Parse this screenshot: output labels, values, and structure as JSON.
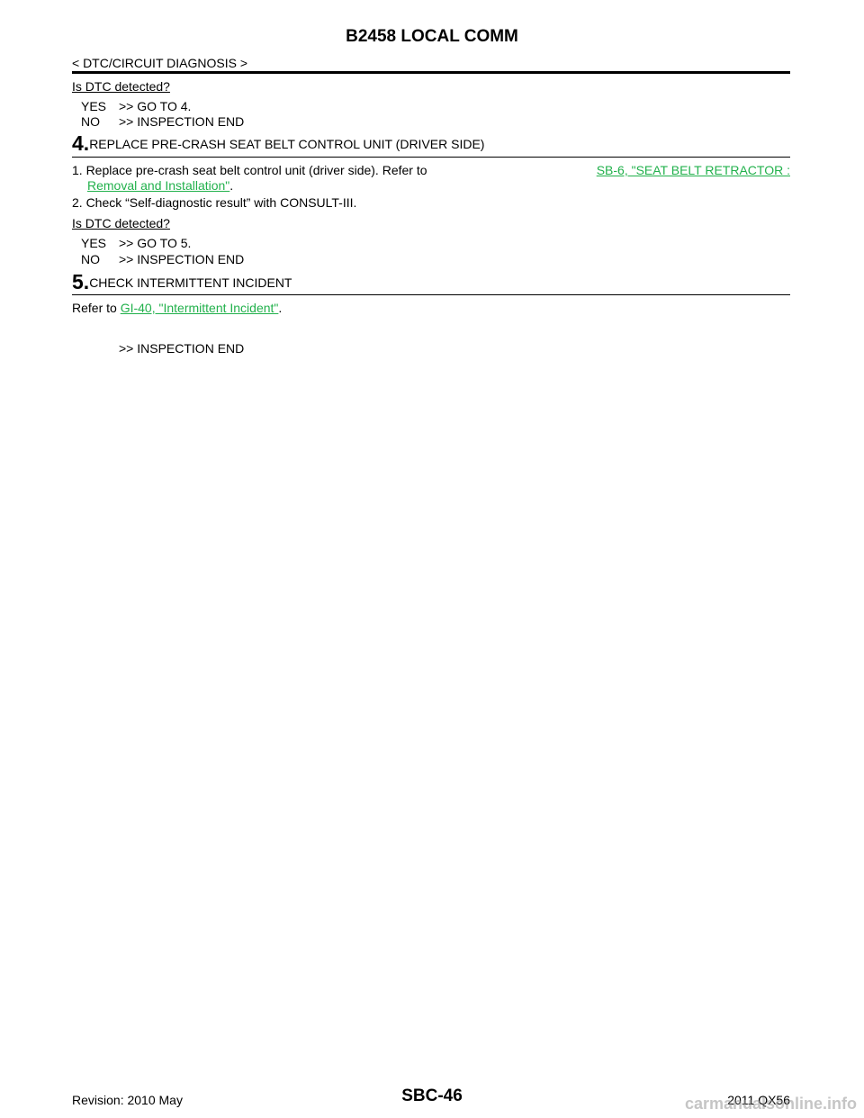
{
  "header": {
    "title": "B2458 LOCAL COMM",
    "breadcrumb": "< DTC/CIRCUIT DIAGNOSIS >"
  },
  "section3": {
    "question": "Is DTC detected?",
    "yes": {
      "key": "YES",
      "action": ">> GO TO 4."
    },
    "no": {
      "key": "NO",
      "action": ">> INSPECTION END"
    }
  },
  "step4": {
    "number": "4.",
    "title": "REPLACE PRE-CRASH SEAT BELT CONTROL UNIT (DRIVER SIDE)",
    "item1_prefix": "1. Replace pre-crash seat belt control unit (driver side). Refer to",
    "item1_link_part1": "SB-6, \"SEAT BELT RETRACTOR :",
    "item1_link_part2": "Removal and Installation\"",
    "item1_suffix": ".",
    "item2": "2. Check “Self-diagnostic result” with CONSULT-III.",
    "question": "Is DTC detected?",
    "yes": {
      "key": "YES",
      "action": ">> GO TO 5."
    },
    "no": {
      "key": "NO",
      "action": ">> INSPECTION END"
    }
  },
  "step5": {
    "number": "5.",
    "title": "CHECK INTERMITTENT INCIDENT",
    "refer_prefix": "Refer to",
    "refer_link": "GI-40, \"Intermittent Incident\"",
    "refer_suffix": ".",
    "end": ">> INSPECTION END"
  },
  "footer": {
    "page_code": "SBC-46",
    "revision": "Revision: 2010 May",
    "model": "2011 QX56",
    "watermark": "carmanualsonline.info"
  },
  "colors": {
    "link": "#22b14c"
  }
}
